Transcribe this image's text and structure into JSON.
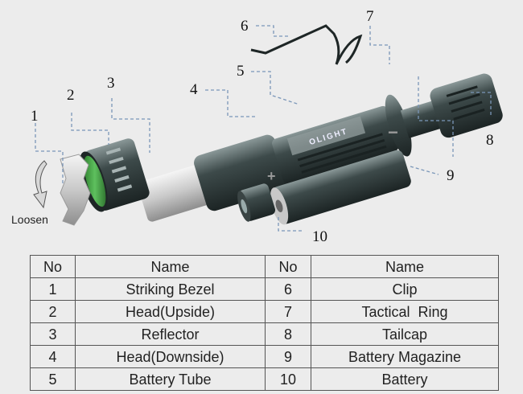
{
  "diagram": {
    "title_hidden": null,
    "callouts": [
      "1",
      "2",
      "3",
      "4",
      "5",
      "6",
      "7",
      "8",
      "9",
      "10"
    ],
    "loosen_label": "Loosen",
    "logo_text": "OLIGHT",
    "plus_sign": "+",
    "minus_sign": "−"
  },
  "table": {
    "headers": [
      "No",
      "Name",
      "No",
      "Name"
    ],
    "rows": [
      {
        "no1": "1",
        "name1": "Striking Bezel",
        "no2": "6",
        "name2": "Clip"
      },
      {
        "no1": "2",
        "name1": "Head(Upside)",
        "no2": "7",
        "name2": "Tactical  Ring"
      },
      {
        "no1": "3",
        "name1": "Reflector",
        "no2": "8",
        "name2": "Tailcap"
      },
      {
        "no1": "4",
        "name1": "Head(Downside)",
        "no2": "9",
        "name2": "Battery Magazine"
      },
      {
        "no1": "5",
        "name1": "Battery Tube",
        "no2": "10",
        "name2": "Battery"
      }
    ]
  },
  "colors": {
    "background": "#ececec",
    "body_dark": "#2f3a3a",
    "lens_green": "#3c9a3c",
    "leader_line": "#7a96b8"
  }
}
